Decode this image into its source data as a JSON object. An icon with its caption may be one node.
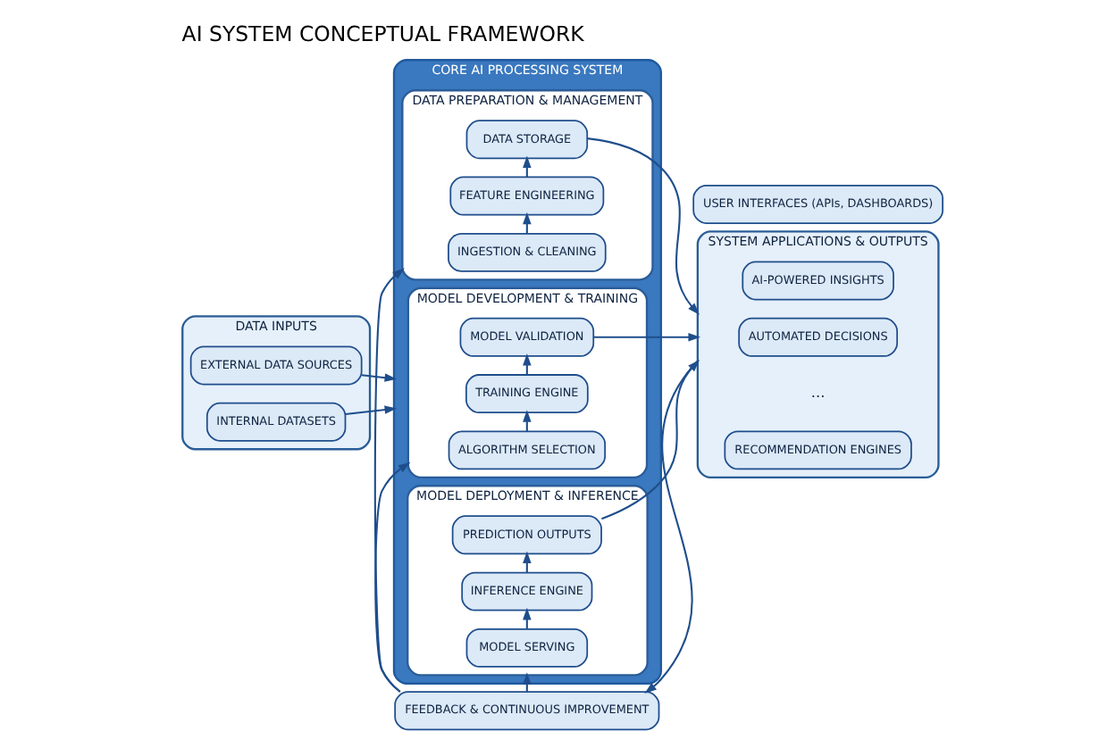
{
  "diagram": {
    "title": "AI SYSTEM CONCEPTUAL FRAMEWORK",
    "nodes": [
      {
        "text": [
          "DATA INPUTS"
        ]
      },
      {
        "text": [
          "EXTERNAL DATA SOURCES"
        ],
        "in": 0
      },
      {
        "text": [
          "INTERNAL DATASETS"
        ],
        "in": 0
      },
      {
        "text": [
          "CORE AI PROCESSING SYSTEM"
        ]
      },
      {
        "text": [
          "DATA PREPARATION & MANAGEMENT"
        ],
        "in": 3
      },
      {
        "text": [
          "INGESTION & CLEANING"
        ],
        "in": 4
      },
      {
        "text": [
          "FEATURE ENGINEERING"
        ],
        "in": 4
      },
      {
        "text": [
          "DATA STORAGE"
        ],
        "in": 4
      },
      {
        "text": [
          "MODEL DEVELOPMENT & TRAINING"
        ],
        "in": 3
      },
      {
        "text": [
          "ALGORITHM SELECTION"
        ],
        "in": 8
      },
      {
        "text": [
          "TRAINING ENGINE"
        ],
        "in": 8
      },
      {
        "text": [
          "MODEL VALIDATION"
        ],
        "in": 8
      },
      {
        "text": [
          "MODEL DEPLOYMENT & INFERENCE"
        ],
        "in": 3
      },
      {
        "text": [
          "MODEL SERVING"
        ],
        "in": 12
      },
      {
        "text": [
          "INFERENCE ENGINE"
        ],
        "in": 12
      },
      {
        "text": [
          "PREDICTION OUTPUTS"
        ],
        "in": 12
      },
      {
        "text": [
          "USER INTERFACES (APIs, DASHBOARDS)"
        ]
      },
      {
        "text": [
          "SYSTEM APPLICATIONS & OUTPUTS"
        ]
      },
      {
        "text": [
          "AI-POWERED INSIGHTS"
        ],
        "in": 17
      },
      {
        "text": [
          "AUTOMATED DECISIONS"
        ],
        "in": 17
      },
      {
        "text": [
          "RECOMMENDATION ENGINES"
        ],
        "in": 17
      },
      {
        "text": [
          "FEEDBACK & CONTINUOUS IMPROVEMENT"
        ]
      }
    ],
    "edges": [
      {
        "from": 1,
        "to": 3,
        "arrow": "to"
      },
      {
        "from": 2,
        "to": 3,
        "arrow": "to"
      },
      {
        "from": 5,
        "to": 6,
        "arrow": "to"
      },
      {
        "from": 6,
        "to": 7,
        "arrow": "to"
      },
      {
        "from": 9,
        "to": 10,
        "arrow": "to"
      },
      {
        "from": 10,
        "to": 11,
        "arrow": "to"
      },
      {
        "from": 13,
        "to": 14,
        "arrow": "to"
      },
      {
        "from": 14,
        "to": 15,
        "arrow": "to"
      },
      {
        "from": 7,
        "to": 17,
        "arrow": "to"
      },
      {
        "from": 11,
        "to": 17,
        "arrow": "to"
      },
      {
        "from": 15,
        "to": 17,
        "arrow": "to"
      },
      {
        "from": 17,
        "to": 21,
        "arrow": "to"
      },
      {
        "from": 21,
        "to": 4,
        "arrow": "to"
      },
      {
        "from": 21,
        "to": 8,
        "arrow": "to"
      },
      {
        "from": 21,
        "to": 12,
        "arrow": "to"
      }
    ],
    "labels": [
      "..."
    ]
  }
}
